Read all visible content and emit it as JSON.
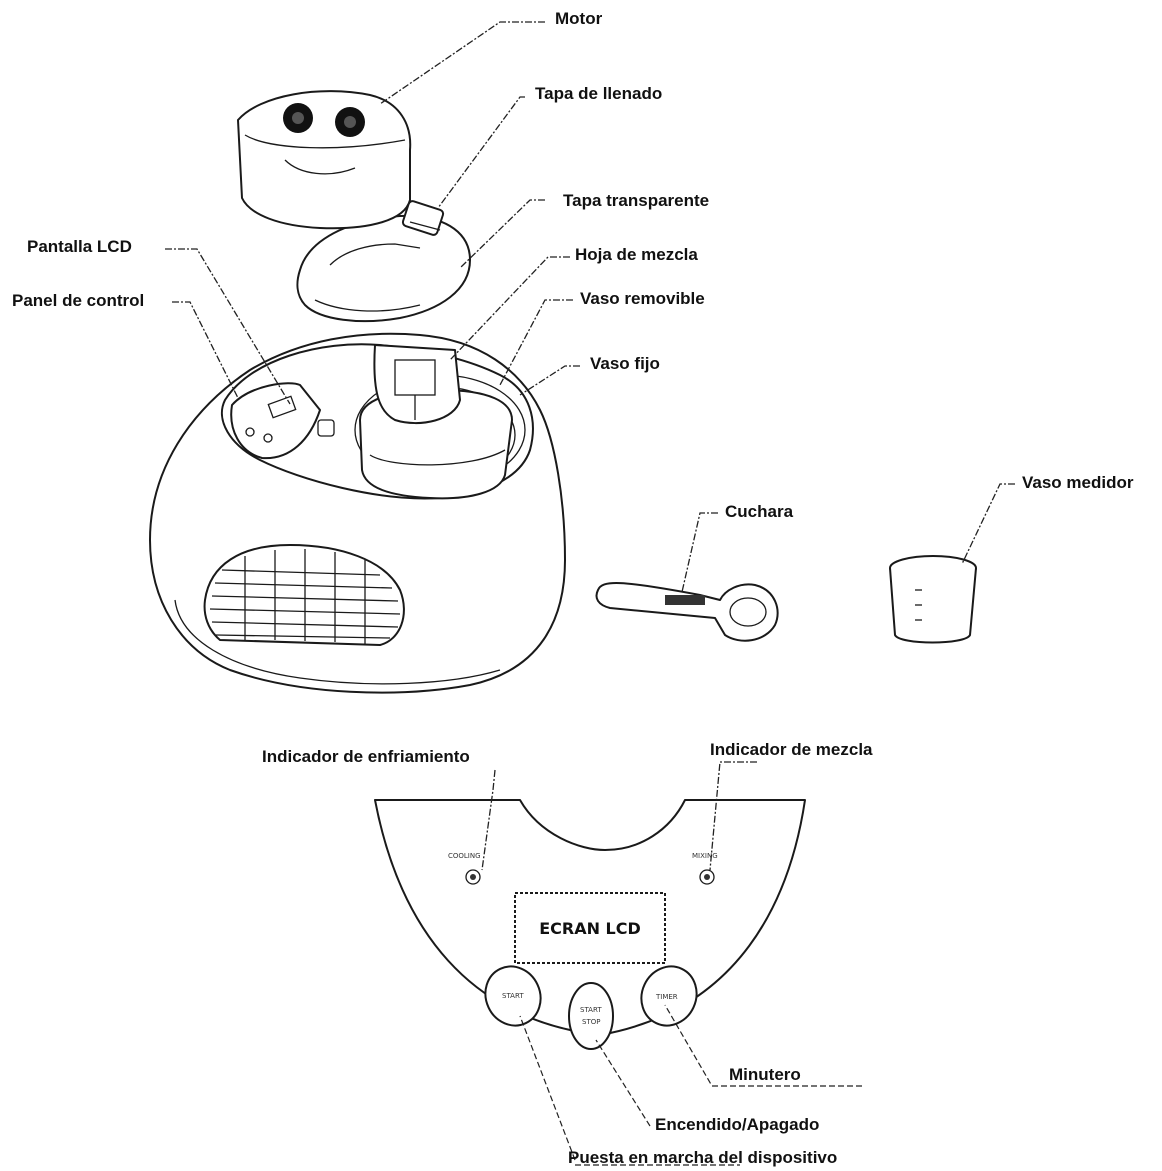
{
  "labels": {
    "motor": "Motor",
    "fill_lid": "Tapa de llenado",
    "clear_lid": "Tapa transparente",
    "lcd_screen": "Pantalla LCD",
    "mixing_blade": "Hoja de mezcla",
    "control_panel": "Panel de control",
    "removable_bowl": "Vaso removible",
    "fixed_bowl": "Vaso fijo",
    "spoon": "Cuchara",
    "measuring_cup": "Vaso medidor",
    "cooling_indicator": "Indicador de enfriamiento",
    "mixing_indicator": "Indicador de mezcla",
    "timer": "Minutero",
    "on_off": "Encendido/Apagado",
    "device_start": "Puesta en marcha del dispositivo"
  },
  "panel": {
    "lcd_text": "ECRAN LCD"
  }
}
